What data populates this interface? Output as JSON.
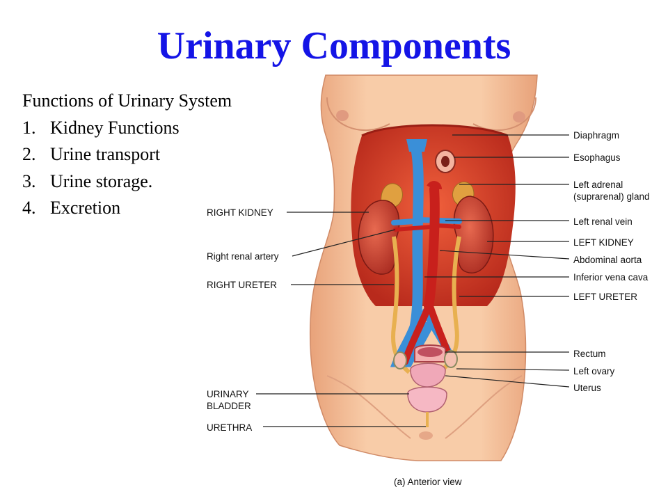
{
  "title": "Urinary Components",
  "functions": {
    "heading": "Functions of Urinary System",
    "items": [
      {
        "num": "1.",
        "text": "Kidney Functions"
      },
      {
        "num": "2.",
        "text": "Urine transport"
      },
      {
        "num": "3.",
        "text": "Urine storage."
      },
      {
        "num": "4.",
        "text": "Excretion"
      }
    ]
  },
  "labels_left": {
    "right_kidney": "RIGHT KIDNEY",
    "right_renal_artery": "Right renal artery",
    "right_ureter": "RIGHT URETER",
    "urinary_bladder_1": "URINARY",
    "urinary_bladder_2": "BLADDER",
    "urethra": "URETHRA"
  },
  "labels_right": {
    "diaphragm": "Diaphragm",
    "esophagus": "Esophagus",
    "left_adrenal_1": "Left adrenal",
    "left_adrenal_2": "(suprarenal) gland",
    "left_renal_vein": "Left renal vein",
    "left_kidney": "LEFT KIDNEY",
    "abdominal_aorta": "Abdominal aorta",
    "inferior_vena_cava": "Inferior vena cava",
    "left_ureter": "LEFT URETER",
    "rectum": "Rectum",
    "left_ovary": "Left ovary",
    "uterus": "Uterus"
  },
  "caption": "(a) Anterior view",
  "colors": {
    "title": "#1414e6",
    "skin": "#f6c29c",
    "cavity": "#d8402a",
    "kidney": "#c8402e",
    "vein": "#3a8fd8",
    "artery": "#c8201c",
    "adrenal": "#e0a040",
    "bladder": "#f0a8b8"
  }
}
